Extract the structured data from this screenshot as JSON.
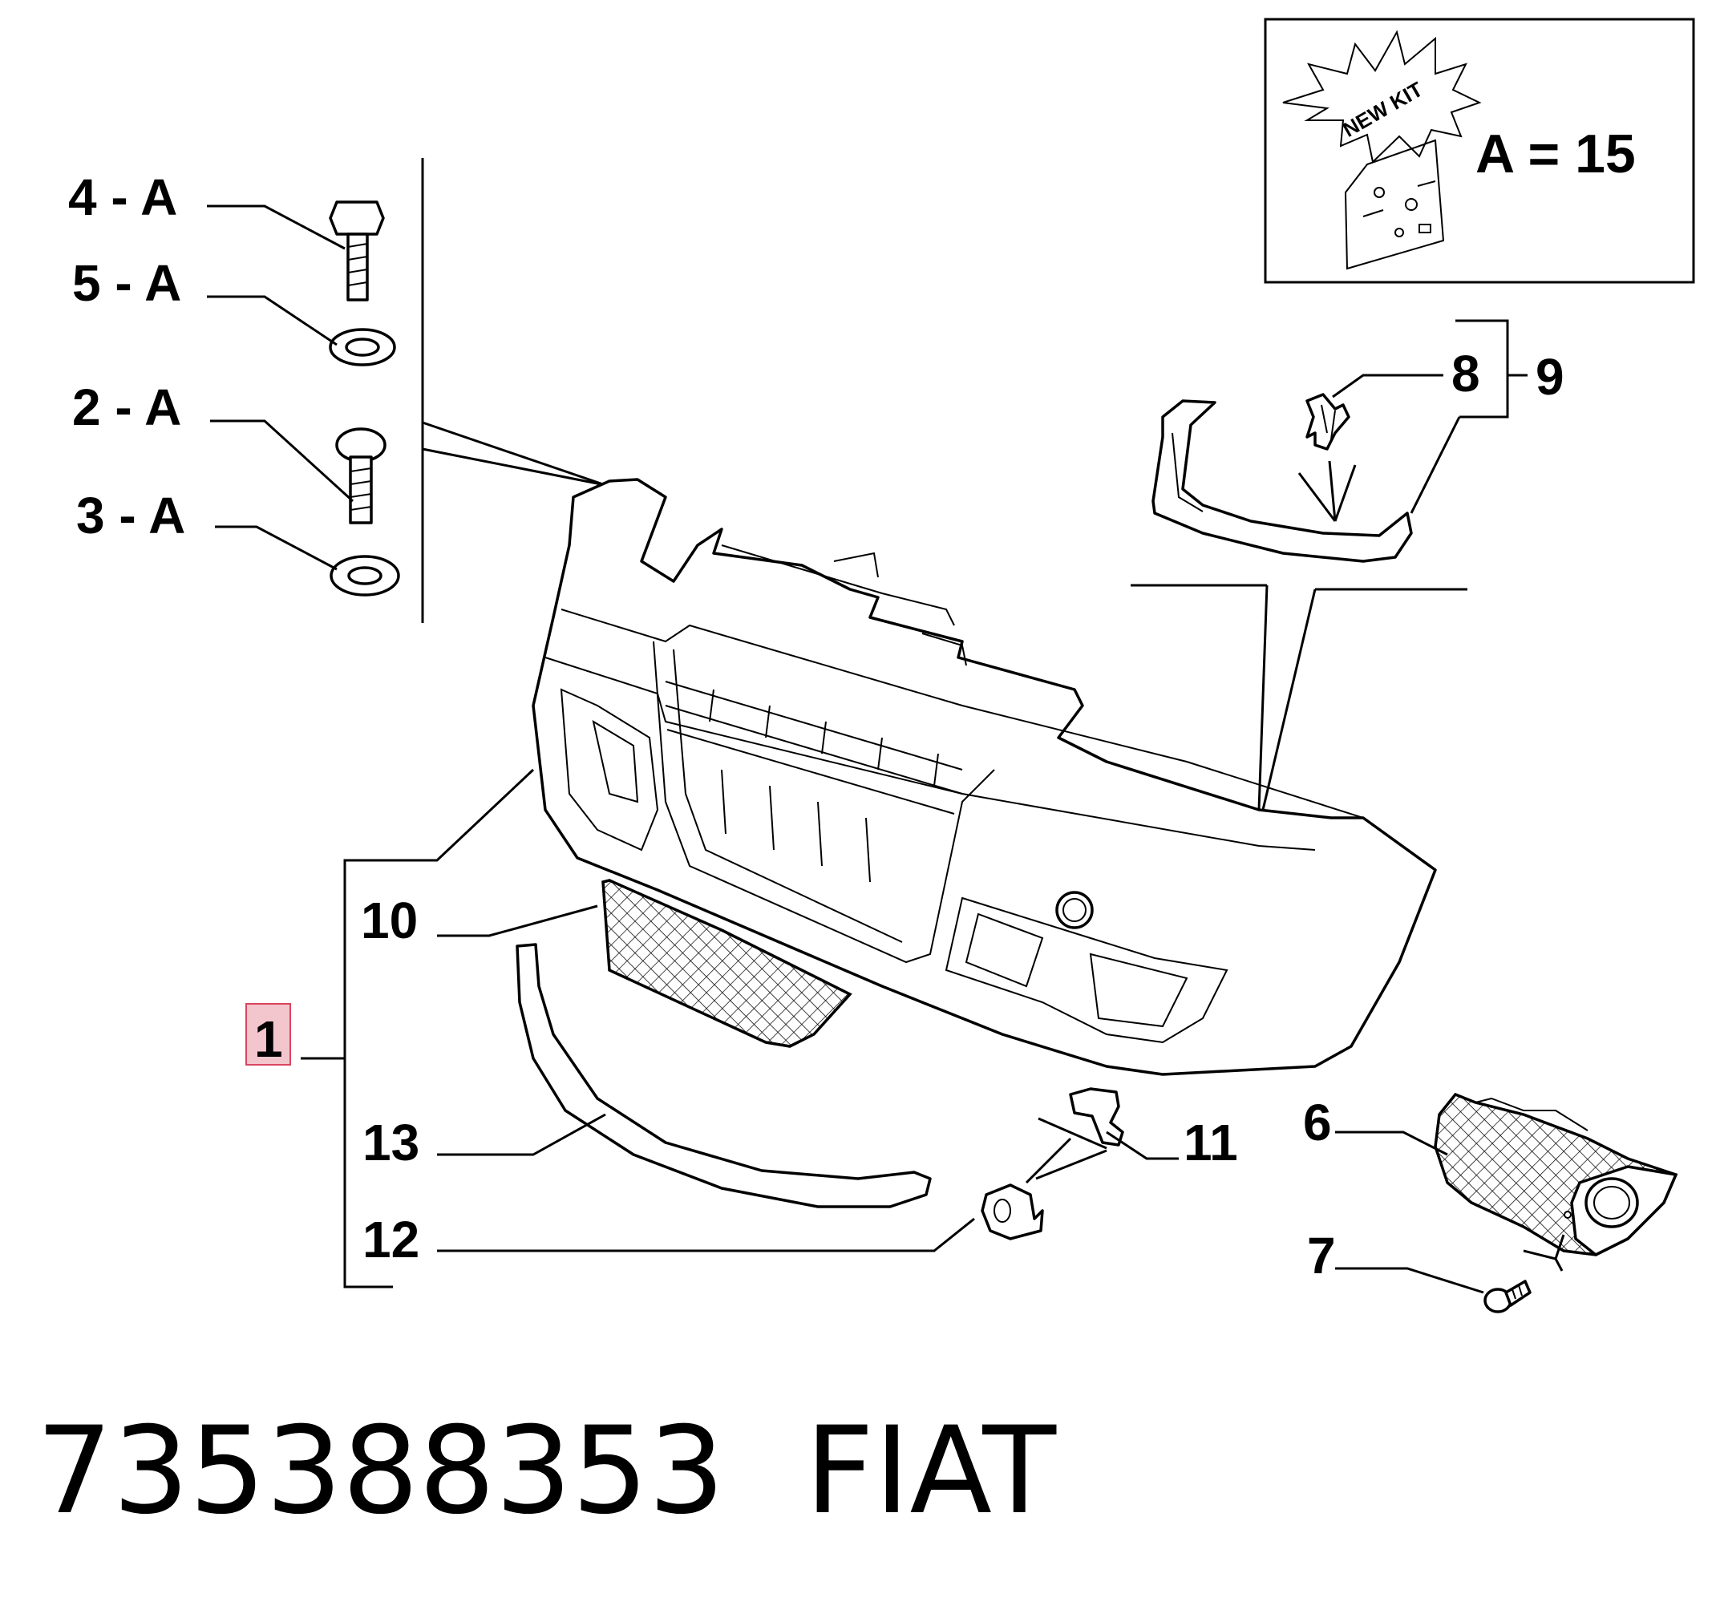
{
  "callouts": {
    "c4a": "4 - A",
    "c5a": "5 - A",
    "c2a": "2 - A",
    "c3a": "3 - A",
    "c8": "8",
    "c9": "9",
    "c10": "10",
    "c1": "1",
    "c13": "13",
    "c12": "12",
    "c11": "11",
    "c6": "6",
    "c7": "7"
  },
  "kit_box": {
    "starburst_text": "NEW KIT",
    "formula": "A = 15"
  },
  "footer": {
    "part_number": "735388353",
    "brand": "FIAT"
  },
  "colors": {
    "highlight_box": "#f3c5cc",
    "highlight_border": "#d9455f"
  }
}
